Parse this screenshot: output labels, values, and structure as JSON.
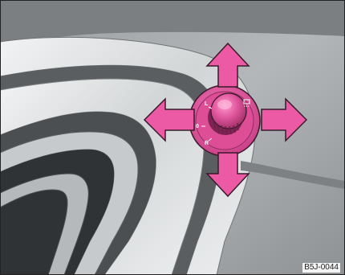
{
  "figure_code": "B5J-0044",
  "knob_labels": {
    "left": "L",
    "off": "0",
    "right": "R"
  },
  "colors": {
    "arrow_fill": "#ec5aa6",
    "arrow_stroke": "#3a1a2a",
    "bezel_fill": "#e24f9c",
    "panel_bg": "#a8abad",
    "trim_light": "#e3e5e6",
    "trim_dark": "#4e5355",
    "border": "#222222"
  }
}
